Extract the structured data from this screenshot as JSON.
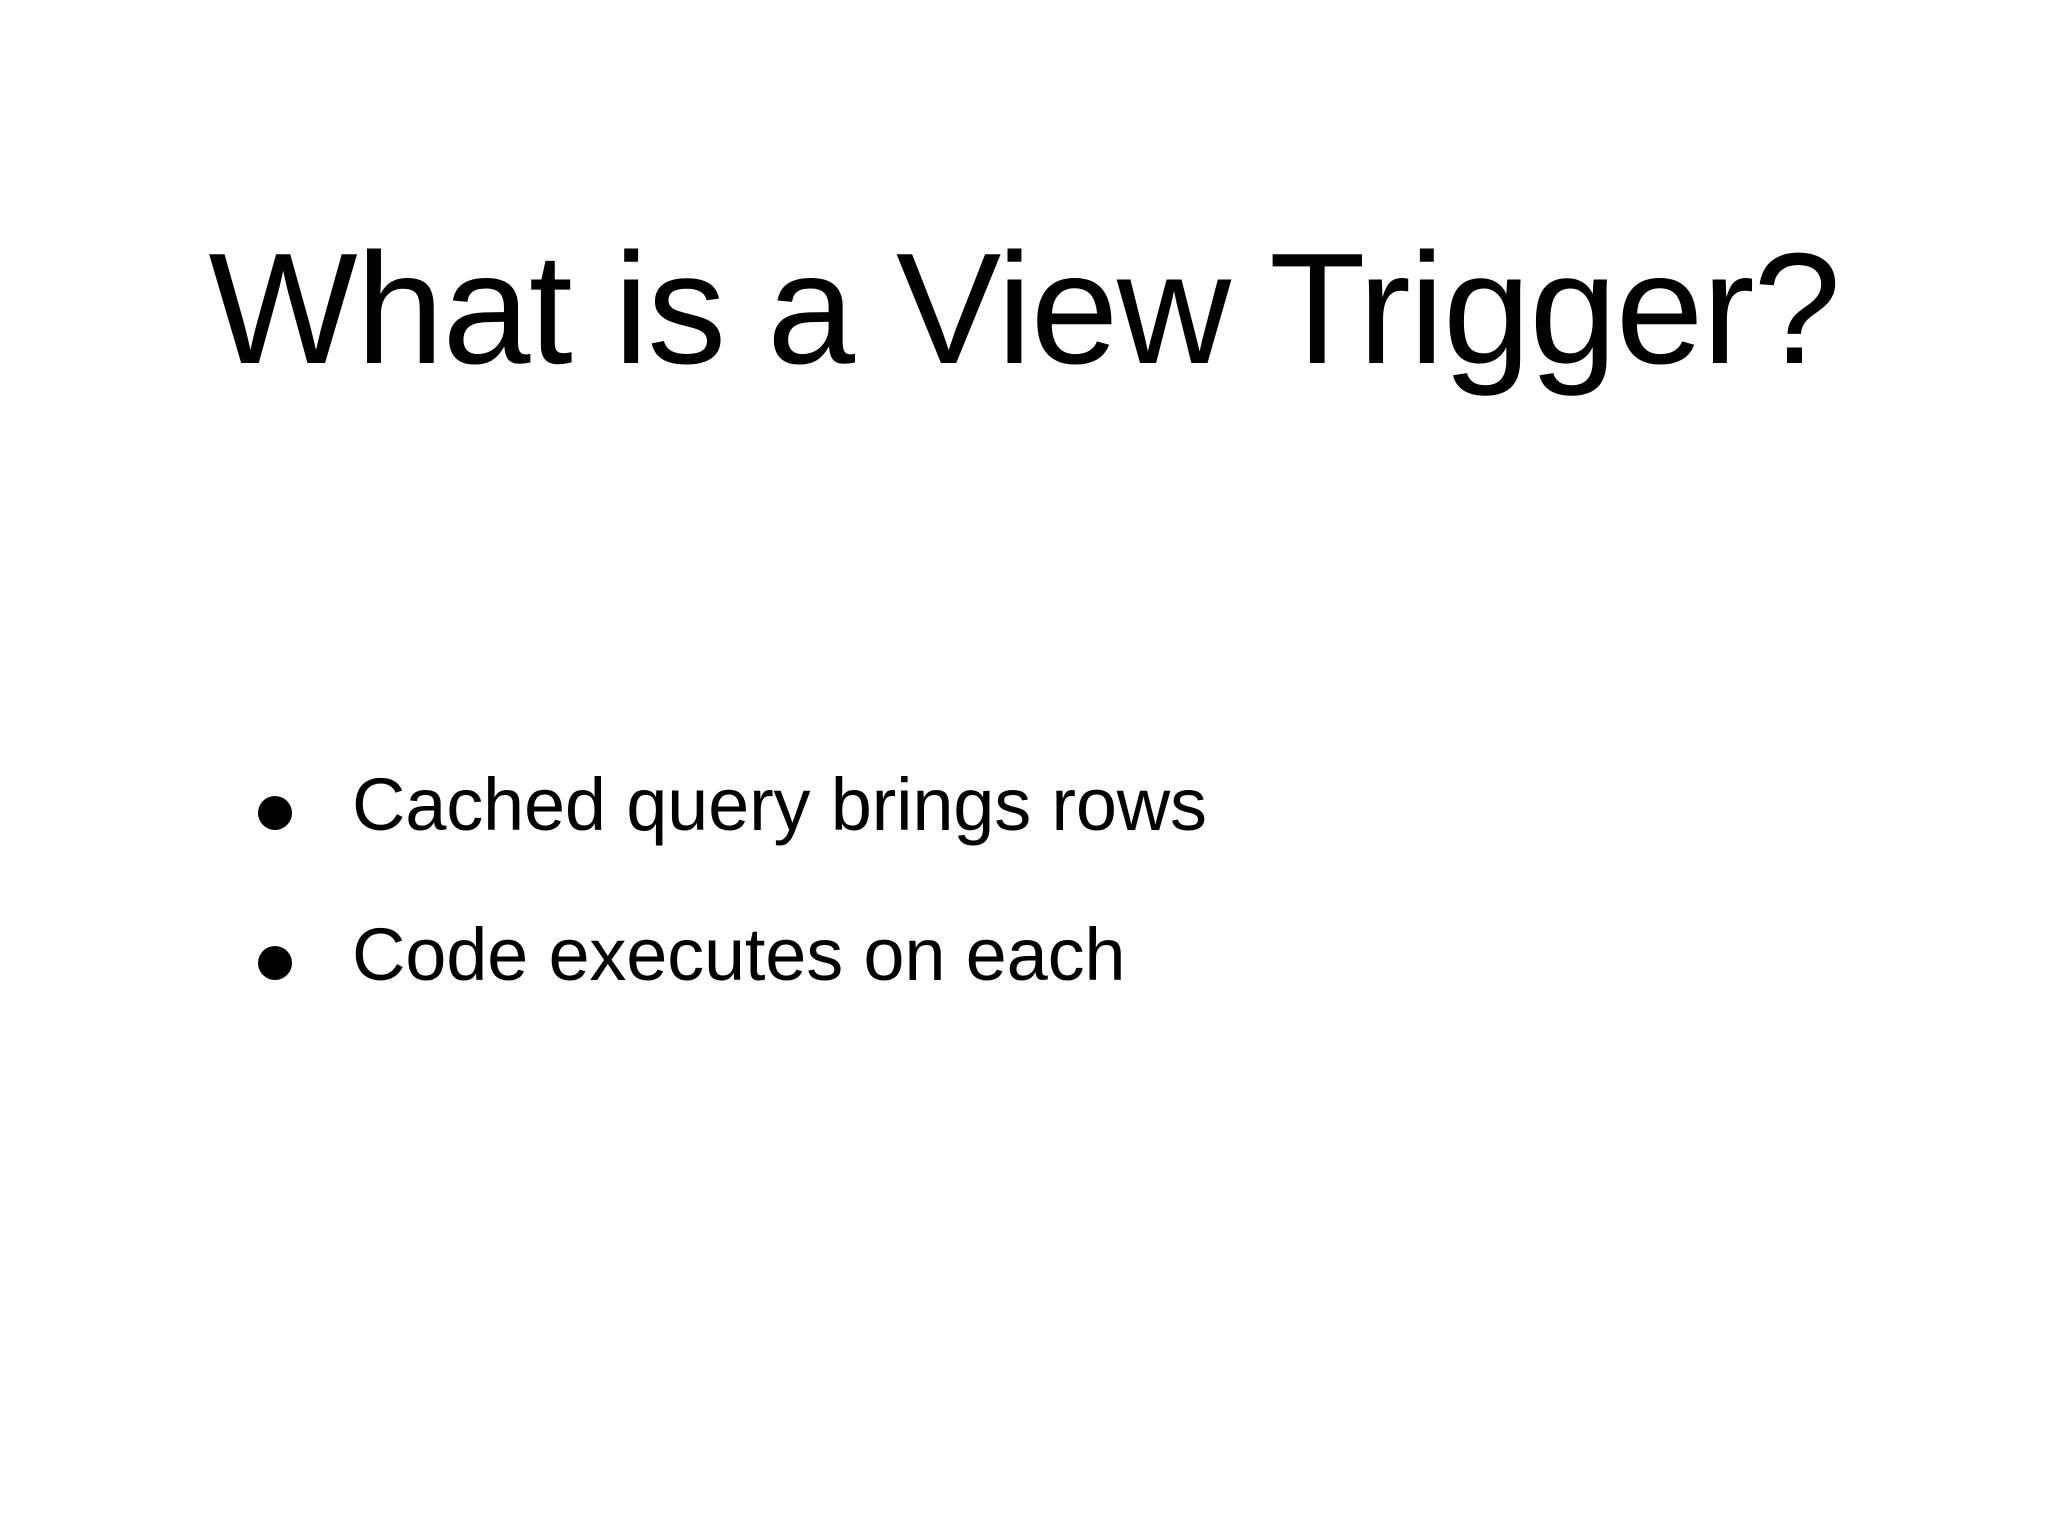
{
  "slide": {
    "background_color": "#ffffff",
    "text_color": "#000000",
    "title": "What is a View Trigger?",
    "bullets": [
      {
        "marker": "bullet-dot",
        "text": "Cached query brings rows"
      },
      {
        "marker": "bullet-dot",
        "text": "Code executes on each"
      }
    ]
  }
}
